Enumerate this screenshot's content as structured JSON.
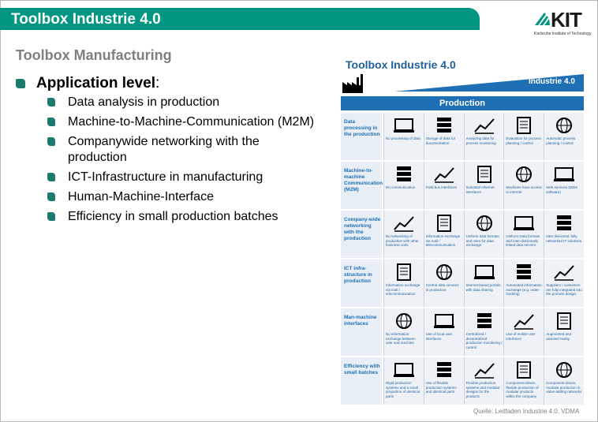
{
  "header": {
    "title": "Toolbox Industrie 4.0"
  },
  "logo": {
    "text": "KIT",
    "subtitle": "Karlsruhe Institute of Technology"
  },
  "slide": {
    "subtitle": "Toolbox Manufacturing",
    "main_bullet": "Application level:",
    "main_bullet_bold": "Application level",
    "items": [
      "Data analysis in production",
      "Machine-to-Machine-Communication (M2M)",
      "Companywide networking with the production",
      "ICT-Infrastructure in manufacturing",
      "Human-Machine-Interface",
      "Efficiency in small production batches"
    ]
  },
  "poster": {
    "title": "Toolbox Industrie 4.0",
    "banner": "Industrie 4.0",
    "section": "Production",
    "rows": [
      {
        "label": "Data processing in the production",
        "cells": [
          "No processing of data",
          "Storage of data for documentation",
          "Analyzing data for process monitoring",
          "Evaluation for process planning / control",
          "Automatic process planning / control"
        ]
      },
      {
        "label": "Machine-to-machine Communication (M2M)",
        "cells": [
          "No communication",
          "Field bus interfaces",
          "Industrial ethernet interfaces",
          "Machines have access to internet",
          "Web services (M2M software)"
        ]
      },
      {
        "label": "Company-wide networking with the production",
        "cells": [
          "No networking of production with other business units",
          "Information exchange via mail / telecommunication",
          "Uniform data formats and rules for data exchange",
          "Uniform Data formats and inter-divisionally linked data servers",
          "Inter divisional, fully networked IT solutions"
        ]
      },
      {
        "label": "ICT infra-structure in production",
        "cells": [
          "Information exchange via mail / telecommunication",
          "Central data server/s in production",
          "Internet-based portals with data sharing",
          "Automated information exchange (e.g. order-tracking)",
          "Suppliers / customers are fully integrated into the process design"
        ]
      },
      {
        "label": "Man-machine interfaces",
        "cells": [
          "No information exchange between user and machine",
          "Use of local user interfaces",
          "Centralized / decentralized production monitoring / control",
          "Use of mobile user interfaces",
          "Augmented and assisted reality"
        ]
      },
      {
        "label": "Efficiency with small batches",
        "cells": [
          "Rigid production systems and a small proportion of identical parts",
          "Use of flexible production systems and identical parts",
          "Flexible production systems and modular designs for the products",
          "Component-driven, flexible production of modular products within the company",
          "Component-driven, modular production in value-adding networks"
        ]
      }
    ]
  },
  "source": "Quelle: Leitfaden Industrie 4.0, VDMA",
  "colors": {
    "accent": "#009682",
    "poster_blue": "#1f6fb4",
    "bullet": "#1a7a6e"
  }
}
